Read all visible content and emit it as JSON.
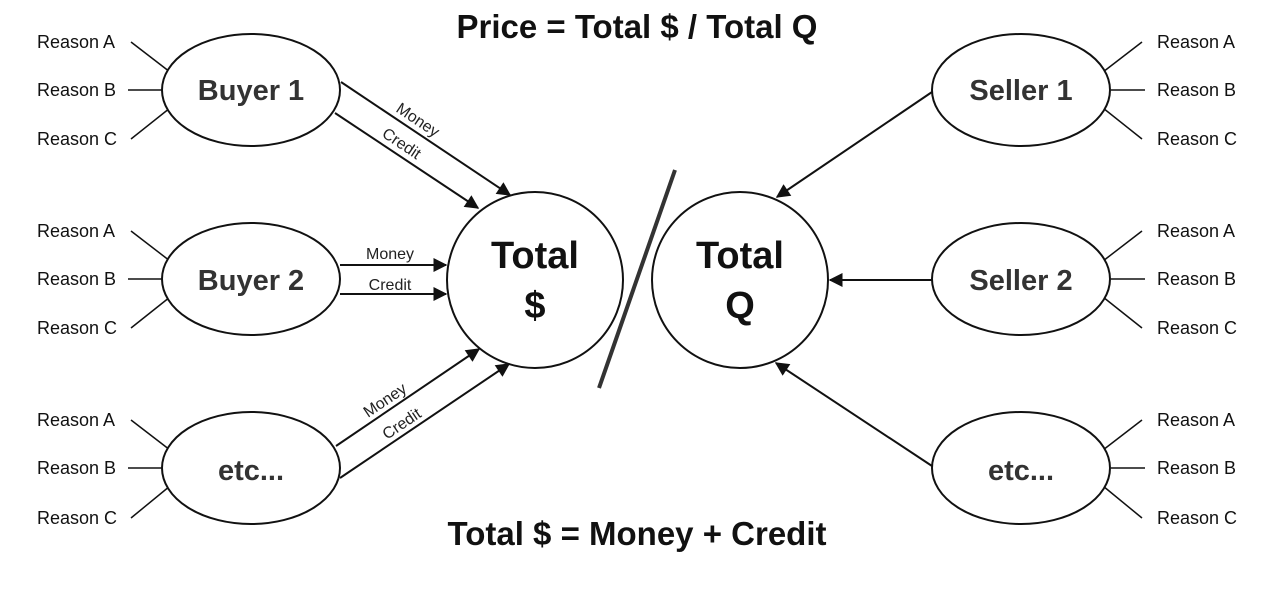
{
  "title_top": "Price = Total $ / Total Q",
  "title_bottom": "Total $ = Money + Credit",
  "center": {
    "total_money": [
      "Total",
      "$"
    ],
    "total_quantity": [
      "Total",
      "Q"
    ]
  },
  "buyers": [
    {
      "label": "Buyer 1",
      "reasons": [
        "Reason A",
        "Reason B",
        "Reason C"
      ],
      "flows": [
        "Money",
        "Credit"
      ]
    },
    {
      "label": "Buyer 2",
      "reasons": [
        "Reason A",
        "Reason B",
        "Reason C"
      ],
      "flows": [
        "Money",
        "Credit"
      ]
    },
    {
      "label": "etc...",
      "reasons": [
        "Reason A",
        "Reason B",
        "Reason C"
      ],
      "flows": [
        "Money",
        "Credit"
      ]
    }
  ],
  "sellers": [
    {
      "label": "Seller 1",
      "reasons": [
        "Reason A",
        "Reason B",
        "Reason C"
      ]
    },
    {
      "label": "Seller 2",
      "reasons": [
        "Reason A",
        "Reason B",
        "Reason C"
      ]
    },
    {
      "label": "etc...",
      "reasons": [
        "Reason A",
        "Reason B",
        "Reason C"
      ]
    }
  ]
}
